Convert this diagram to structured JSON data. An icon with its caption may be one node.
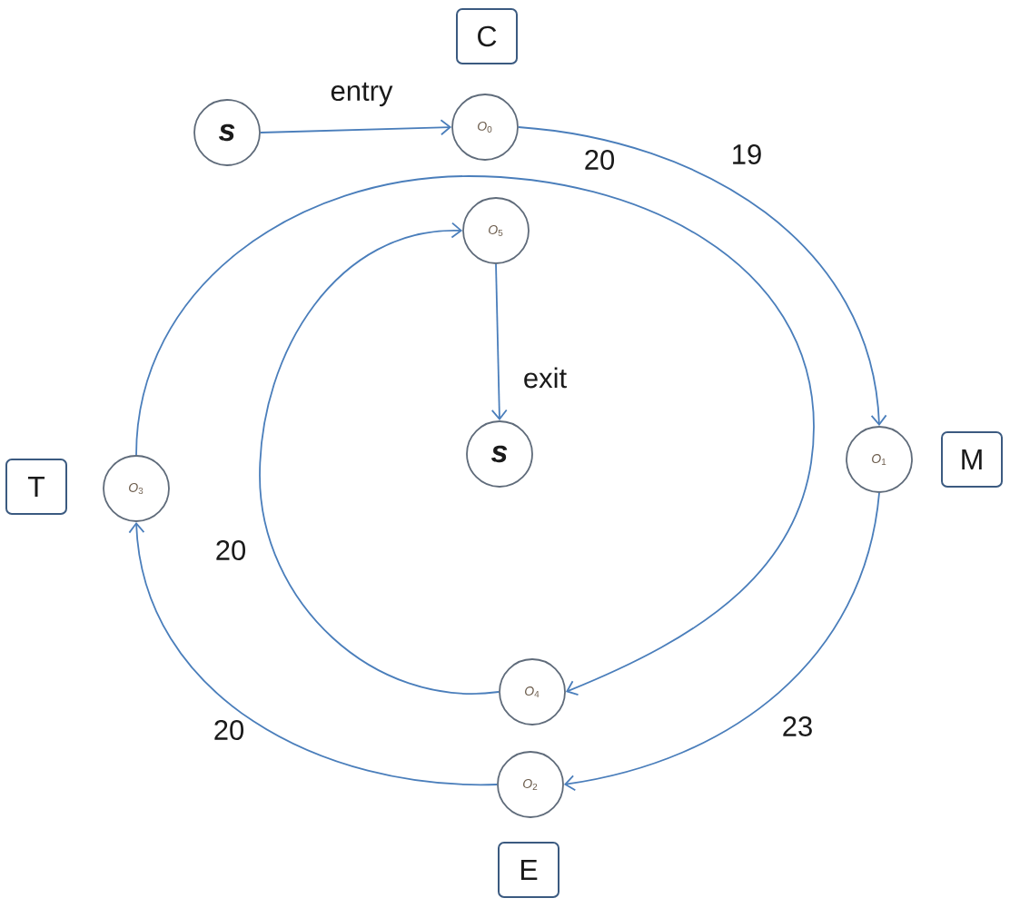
{
  "diagram": {
    "nodes": [
      {
        "text": [
          "C"
        ]
      },
      {
        "text": [
          "s"
        ]
      },
      {
        "text": [
          "*O*$_{0}$"
        ]
      },
      {
        "text": [
          "*O*$_{5}$"
        ]
      },
      {
        "text": [
          "s"
        ]
      },
      {
        "text": [
          "T"
        ]
      },
      {
        "text": [
          "*O*$_{3}$"
        ]
      },
      {
        "text": [
          "*O*$_{1}$"
        ]
      },
      {
        "text": [
          "M"
        ]
      },
      {
        "text": [
          "*O*$_{4}$"
        ]
      },
      {
        "text": [
          "*O*$_{2}$"
        ]
      },
      {
        "text": [
          "E"
        ]
      }
    ],
    "edges": [
      {
        "from": 1,
        "to": 2,
        "arrow": "to",
        "label": "entry"
      },
      {
        "from": 2,
        "to": 7,
        "arrow": "to",
        "label": "19"
      },
      {
        "from": 7,
        "to": 10,
        "arrow": "to",
        "label": "23"
      },
      {
        "from": 10,
        "to": 6,
        "arrow": "to",
        "label": "20"
      },
      {
        "from": 6,
        "to": 9,
        "arrow": "to",
        "label": "20"
      },
      {
        "from": 9,
        "to": 3,
        "arrow": "to",
        "label": "20"
      },
      {
        "from": 3,
        "to": 4,
        "arrow": "to",
        "label": "exit"
      }
    ]
  }
}
